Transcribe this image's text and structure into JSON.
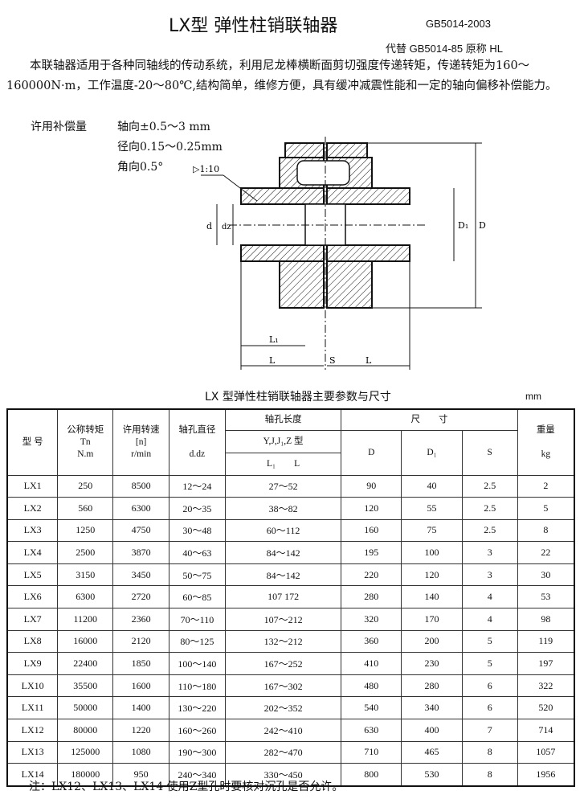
{
  "header": {
    "title": "LX型 弹性柱销联轴器",
    "standard": "GB5014-2003",
    "replaces": "代替 GB5014-85 原称 HL"
  },
  "intro": "本联轴器适用于各种同轴线的传动系统，利用尼龙棒横断面剪切强度传递转矩，传递转矩为160～160000N·m，工作温度-20～80℃,结构简单，维修方便，具有缓冲减震性能和一定的轴向偏移补偿能力。",
  "compensation": {
    "label": "许用补偿量",
    "axial": "轴向±0.5～3 mm",
    "radial": "径向0.15～0.25mm",
    "angular": "角向0.5°"
  },
  "diagram": {
    "taper": "▷1:10",
    "labels": {
      "d": "d",
      "dz": "dz",
      "D1": "D₁",
      "D": "D",
      "L1": "L₁",
      "L": "L",
      "S": "S",
      "L_right": "L"
    }
  },
  "table": {
    "title": "LX 型弹性柱销联轴器主要参数与尺寸",
    "unit": "mm",
    "headers": {
      "model": "型 号",
      "torque": [
        "公称转矩",
        "Tn",
        "N.m"
      ],
      "speed": [
        "许用转速",
        "[n]",
        "r/min"
      ],
      "bore": [
        "轴孔直径",
        "d.dz"
      ],
      "bore_length": "轴孔长度",
      "bore_types": "Y,J,J₁,Z 型",
      "l1_l": [
        "L₁",
        "L"
      ],
      "dimensions": "尺　　寸",
      "D": "D",
      "D1": "D₁",
      "S": "S",
      "weight": [
        "重量",
        "kg"
      ]
    },
    "rows": [
      [
        "LX1",
        "250",
        "8500",
        "12～24",
        "27～52",
        "90",
        "40",
        "2.5",
        "2"
      ],
      [
        "LX2",
        "560",
        "6300",
        "20～35",
        "38～82",
        "120",
        "55",
        "2.5",
        "5"
      ],
      [
        "LX3",
        "1250",
        "4750",
        "30～48",
        "60～112",
        "160",
        "75",
        "2.5",
        "8"
      ],
      [
        "LX4",
        "2500",
        "3870",
        "40～63",
        "84～142",
        "195",
        "100",
        "3",
        "22"
      ],
      [
        "LX5",
        "3150",
        "3450",
        "50～75",
        "84～142",
        "220",
        "120",
        "3",
        "30"
      ],
      [
        "LX6",
        "6300",
        "2720",
        "60～85",
        "107 172",
        "280",
        "140",
        "4",
        "53"
      ],
      [
        "LX7",
        "11200",
        "2360",
        "70～110",
        "107～212",
        "320",
        "170",
        "4",
        "98"
      ],
      [
        "LX8",
        "16000",
        "2120",
        "80～125",
        "132～212",
        "360",
        "200",
        "5",
        "119"
      ],
      [
        "LX9",
        "22400",
        "1850",
        "100～140",
        "167～252",
        "410",
        "230",
        "5",
        "197"
      ],
      [
        "LX10",
        "35500",
        "1600",
        "110～180",
        "167～302",
        "480",
        "280",
        "6",
        "322"
      ],
      [
        "LX11",
        "50000",
        "1400",
        "130～220",
        "202～352",
        "540",
        "340",
        "6",
        "520"
      ],
      [
        "LX12",
        "80000",
        "1220",
        "160～260",
        "242～410",
        "630",
        "400",
        "7",
        "714"
      ],
      [
        "LX13",
        "125000",
        "1080",
        "190～300",
        "282～470",
        "710",
        "465",
        "8",
        "1057"
      ],
      [
        "LX14",
        "180000",
        "950",
        "240～340",
        "330～450",
        "800",
        "530",
        "8",
        "1956"
      ]
    ]
  },
  "note": "注：LX12、LX13、LX14 使用Z型孔时要核对沉孔是否允许。"
}
